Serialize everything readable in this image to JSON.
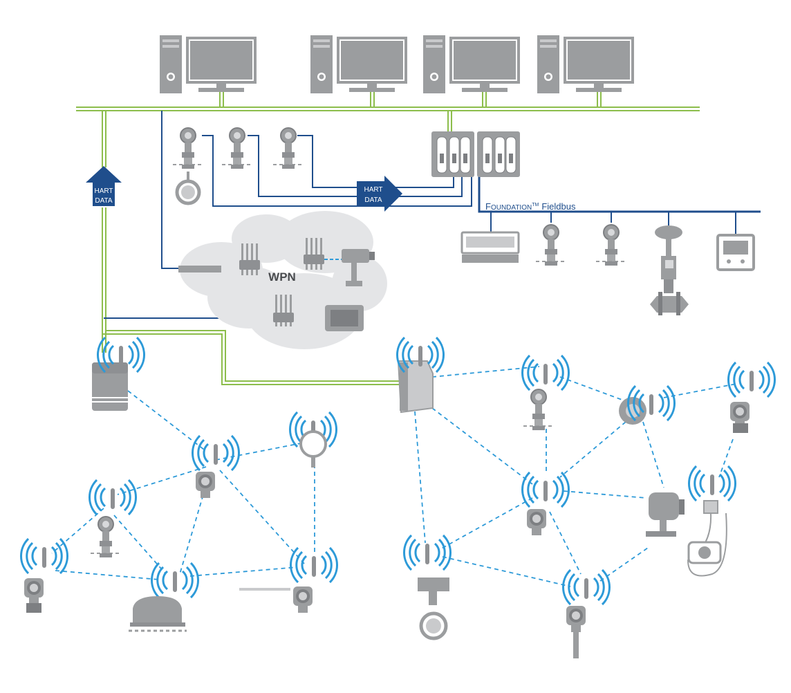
{
  "labels": {
    "hart_data_up": [
      "HART",
      "DATA"
    ],
    "hart_data_right": [
      "HART",
      "DATA"
    ],
    "foundation_prefix": "F",
    "foundation_caps": "OUNDATION",
    "foundation_tm": "TM",
    "fieldbus": "Fieldbus",
    "wpn": "WPN"
  },
  "colors": {
    "device_gray": "#9b9d9f",
    "device_dark": "#7d7f82",
    "device_light": "#c9cacc",
    "screen_border": "#8b8d90",
    "ethernet_green": "#8cbd4b",
    "fieldbus_blue": "#1f4e8c",
    "wireless_blue": "#2d9ad8",
    "cloud": "#e4e5e7",
    "arrow_blue": "#1f4e8c"
  },
  "icons": [
    "workstation-icon",
    "pressure-transmitter-icon",
    "flow-meter-icon",
    "controller-rack-icon",
    "wireless-gateway-icon",
    "control-valve-icon",
    "display-panel-icon",
    "camera-icon",
    "wifi-signal-icon",
    "access-point-icon"
  ]
}
